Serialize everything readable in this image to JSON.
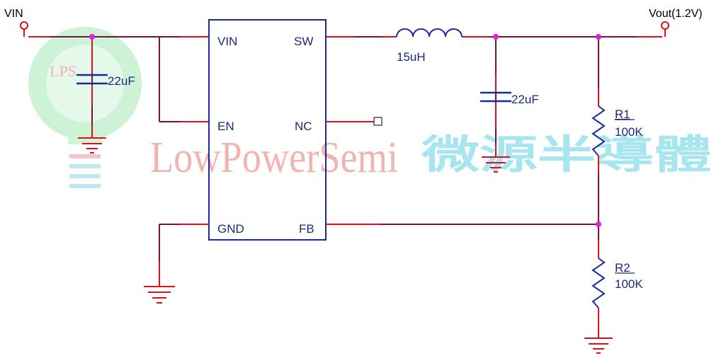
{
  "colors": {
    "wire": "#7a1040",
    "pin": "#e0101a",
    "component": "#1a2a9a",
    "junction": "#e020e0",
    "watermark_red": "#f3b3b3",
    "watermark_cyan": "#a8e6ef",
    "watermark_green": "#c6efd0"
  },
  "watermark": {
    "logo_text": "LPS",
    "english": "LowPowerSemi",
    "chinese": "微源半導體"
  },
  "ports": {
    "vin": "VIN",
    "vout": "Vout(1.2V)"
  },
  "ic": {
    "pins": {
      "vin": "VIN",
      "en": "EN",
      "gnd": "GND",
      "sw": "SW",
      "nc": "NC",
      "fb": "FB"
    }
  },
  "components": {
    "cin": "22uF",
    "inductor": "15uH",
    "cout": "22uF",
    "r1_name": "R1",
    "r1_value": "100K",
    "r2_name": "R2",
    "r2_value": "100K"
  }
}
